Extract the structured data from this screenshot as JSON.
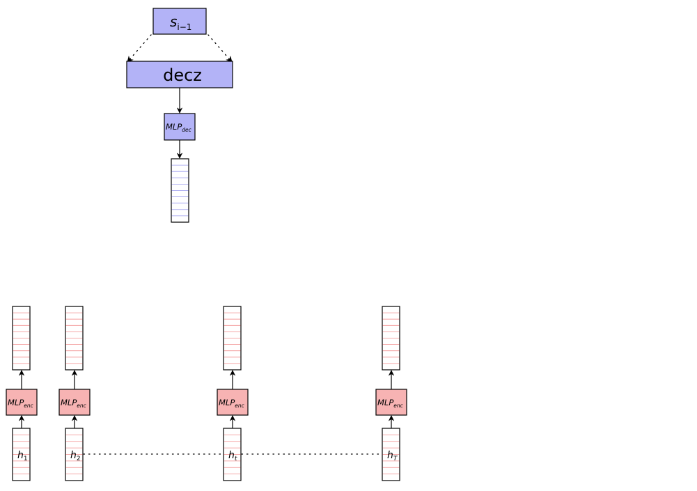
{
  "decoder": {
    "state_label": "s",
    "state_sub": "i−1",
    "decz_label": "decz",
    "mlp_label": "MLP",
    "mlp_sub": "dec",
    "color_fill": "#b3b3f7",
    "color_stripe": "#9999ee"
  },
  "encoder": {
    "mlp_label": "MLP",
    "mlp_sub": "enc",
    "color_fill": "#f7b3b3",
    "color_stripe": "#f28c8c",
    "columns": [
      {
        "h_label": "h",
        "h_sub": "1"
      },
      {
        "h_label": "h",
        "h_sub": "2"
      },
      {
        "h_label": "h",
        "h_sub": "t"
      },
      {
        "h_label": "h",
        "h_sub": "T"
      }
    ]
  }
}
